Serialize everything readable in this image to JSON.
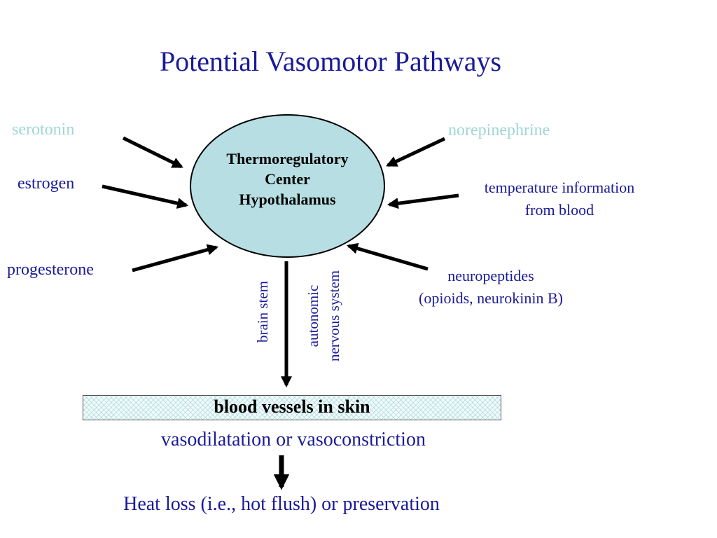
{
  "title": "Potential Vasomotor Pathways",
  "center": {
    "lines": [
      "Thermoregulatory",
      "Center",
      "Hypothalamus"
    ],
    "fill_color": "#b7dfe3"
  },
  "inputs_left": [
    {
      "label": "serotonin",
      "color": "#9fd6d6"
    },
    {
      "label": "estrogen",
      "color": "#1a1a99"
    },
    {
      "label": "progesterone",
      "color": "#1a1a99"
    }
  ],
  "inputs_right": [
    {
      "label": "norepinephrine",
      "color": "#9fd6d6"
    },
    {
      "lines": [
        "temperature information",
        "from blood"
      ],
      "color": "#1a1a99"
    },
    {
      "lines": [
        "neuropeptides",
        "(opioids, neurokinin B)"
      ],
      "color": "#1a1a99"
    }
  ],
  "pathway_labels": {
    "brain_stem": "brain stem",
    "ans": [
      "autonomic",
      "nervous system"
    ]
  },
  "target": {
    "label": "blood vessels in skin"
  },
  "effect": "vasodilatation or vasoconstriction",
  "outcome": "Heat loss (i.e., hot flush) or preservation"
}
